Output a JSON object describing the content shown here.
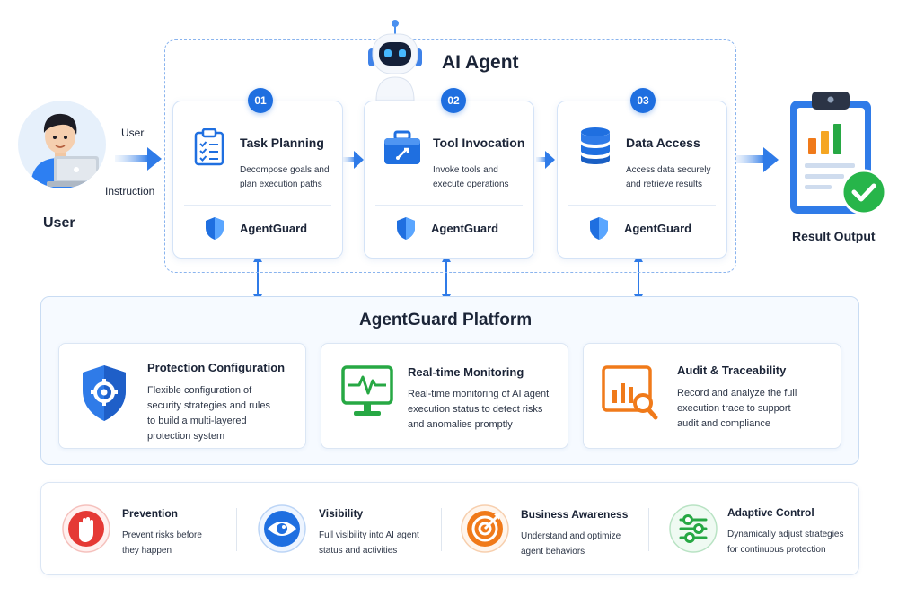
{
  "user": {
    "label": "User",
    "instruction_line1": "User",
    "instruction_line2": "Instruction"
  },
  "agent": {
    "title": "AI Agent",
    "steps": [
      {
        "number": "01",
        "title": "Task Planning",
        "description": "Decompose goals and\nplan execution paths",
        "guard": "AgentGuard",
        "icon": "clipboard-checklist-icon"
      },
      {
        "number": "02",
        "title": "Tool Invocation",
        "description": "Invoke tools and\nexecute operations",
        "guard": "AgentGuard",
        "icon": "toolbox-icon"
      },
      {
        "number": "03",
        "title": "Data Access",
        "description": "Access data securely\nand retrieve results",
        "guard": "AgentGuard",
        "icon": "database-icon"
      }
    ]
  },
  "result": {
    "label": "Result Output"
  },
  "platform": {
    "title": "AgentGuard Platform",
    "cards": [
      {
        "title": "Protection Configuration",
        "description": "Flexible configuration of\nsecurity strategies and rules\nto build a multi-layered\nprotection system",
        "icon": "shield-gear-icon"
      },
      {
        "title": "Real-time Monitoring",
        "description": "Real-time monitoring of AI agent\nexecution status to detect risks\nand anomalies promptly",
        "icon": "monitor-pulse-icon"
      },
      {
        "title": "Audit & Traceability",
        "description": "Record and analyze the full\nexecution trace to support\naudit and compliance",
        "icon": "chart-magnifier-icon"
      }
    ]
  },
  "features": [
    {
      "title": "Prevention",
      "description": "Prevent risks before\nthey happen",
      "icon": "stop-hand-icon"
    },
    {
      "title": "Visibility",
      "description": "Full visibility into AI agent\nstatus and activities",
      "icon": "eye-icon"
    },
    {
      "title": "Business Awareness",
      "description": "Understand and optimize\nagent behaviors",
      "icon": "target-icon"
    },
    {
      "title": "Adaptive Control",
      "description": "Dynamically adjust strategies\nfor continuous protection",
      "icon": "sliders-icon"
    }
  ],
  "colors": {
    "primary": "#1f6fe0",
    "prevention": "#e53935",
    "visibility": "#1f6fe0",
    "awareness": "#f07a1a",
    "adaptive": "#27a844"
  }
}
